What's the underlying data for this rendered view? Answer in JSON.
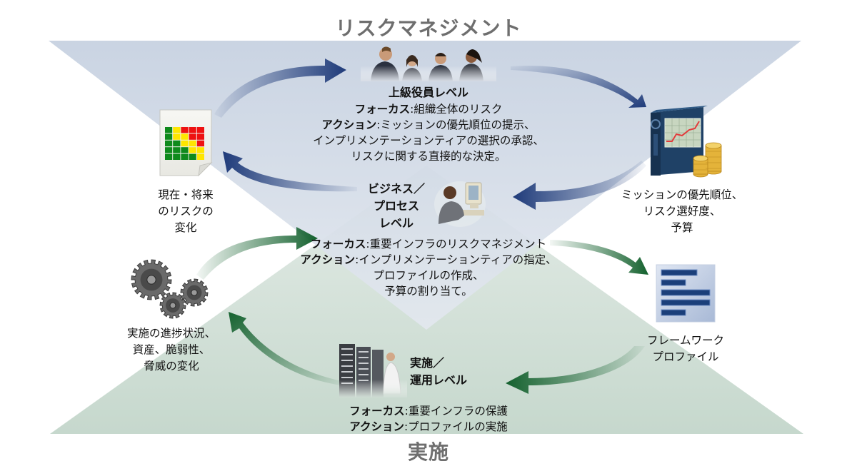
{
  "titles": {
    "top": "リスクマネジメント",
    "bottom": "実施"
  },
  "executive": {
    "title": "上級役員レベル",
    "focus_label": "フォーカス",
    "focus_text": "組織全体のリスク",
    "action_label": "アクション",
    "action_lines": [
      "ミッションの優先順位の提示、",
      "インプリメンテーションティアの選択の承認、",
      "リスクに関する直接的な決定。"
    ]
  },
  "business": {
    "title_lines": [
      "ビジネス／",
      "プロセス",
      "レベル"
    ],
    "focus_label": "フォーカス",
    "focus_text": "重要インフラのリスクマネジメント",
    "action_label": "アクション",
    "action_lines": [
      "インプリメンテーションティアの指定、",
      "プロファイルの作成、",
      "予算の割り当て。"
    ]
  },
  "implementation": {
    "title_lines": [
      "実施／",
      "運用レベル"
    ],
    "focus_label": "フォーカス",
    "focus_text": "重要インフラの保護",
    "action_label": "アクション",
    "action_text": "プロファイルの実施"
  },
  "side_items": {
    "risk_changes": {
      "icon": "heatmap-document-icon",
      "lines": [
        "現在・将来",
        "のリスクの",
        "変化"
      ]
    },
    "mission_priorities": {
      "icon": "binder-chart-coins-icon",
      "lines": [
        "ミッションの優先順位、",
        "リスク選好度、",
        "予算"
      ]
    },
    "framework_profile": {
      "icon": "profile-bars-icon",
      "lines": [
        "フレームワーク",
        "プロファイル"
      ]
    },
    "progress_changes": {
      "icon": "gears-icon",
      "lines": [
        "実施の進捗状況、",
        "資産、脆弱性、",
        "脅威の変化"
      ]
    }
  },
  "heatmap": {
    "rows": [
      [
        "G",
        "Y",
        "R",
        "R",
        "R"
      ],
      [
        "G",
        "Y",
        "Y",
        "R",
        "R"
      ],
      [
        "G",
        "G",
        "Y",
        "Y",
        "R"
      ],
      [
        "G",
        "G",
        "G",
        "Y",
        "Y"
      ],
      [
        "G",
        "G",
        "G",
        "G",
        "Y"
      ]
    ]
  },
  "colors": {
    "top_zone": "#c9d3e2",
    "bottom_zone": "#c9dad1",
    "blue_arrow": "#1f3b7a",
    "green_arrow": "#14612e",
    "title_gray": "#6e6e6e",
    "heat_green": "#0f8a1c",
    "heat_yellow": "#ffe600",
    "heat_red": "#ee1111"
  }
}
